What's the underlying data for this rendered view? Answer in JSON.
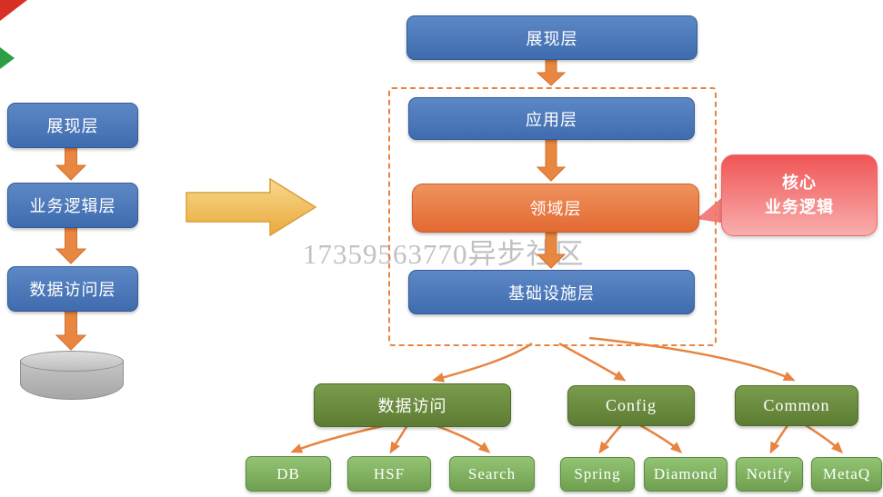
{
  "watermark": "17359563770异步社区",
  "legacy_flow": {
    "layers": [
      {
        "label": "展现层"
      },
      {
        "label": "业务逻辑层"
      },
      {
        "label": "数据访问层"
      }
    ]
  },
  "ddd_flow": {
    "presentation": "展现层",
    "application": "应用层",
    "domain": "领域层",
    "infrastructure": "基础设施层",
    "callout_line1": "核心",
    "callout_line2": "业务逻辑"
  },
  "module_groups": [
    {
      "label": "数据访问",
      "children": [
        {
          "label": "DB"
        },
        {
          "label": "HSF"
        },
        {
          "label": "Search"
        }
      ]
    },
    {
      "label": "Config",
      "children": [
        {
          "label": "Spring"
        },
        {
          "label": "Diamond"
        }
      ]
    },
    {
      "label": "Common",
      "children": [
        {
          "label": "Notify"
        },
        {
          "label": "MetaQ"
        }
      ]
    }
  ],
  "colors": {
    "layer_blue": "#4a78b8",
    "domain_orange": "#e87a44",
    "arrow_orange": "#e8843f",
    "big_arrow_gold": "#edb54a",
    "group_green_dark": "#6b8c3d",
    "group_green_light": "#85ba69",
    "callout_red": "#f05555"
  }
}
